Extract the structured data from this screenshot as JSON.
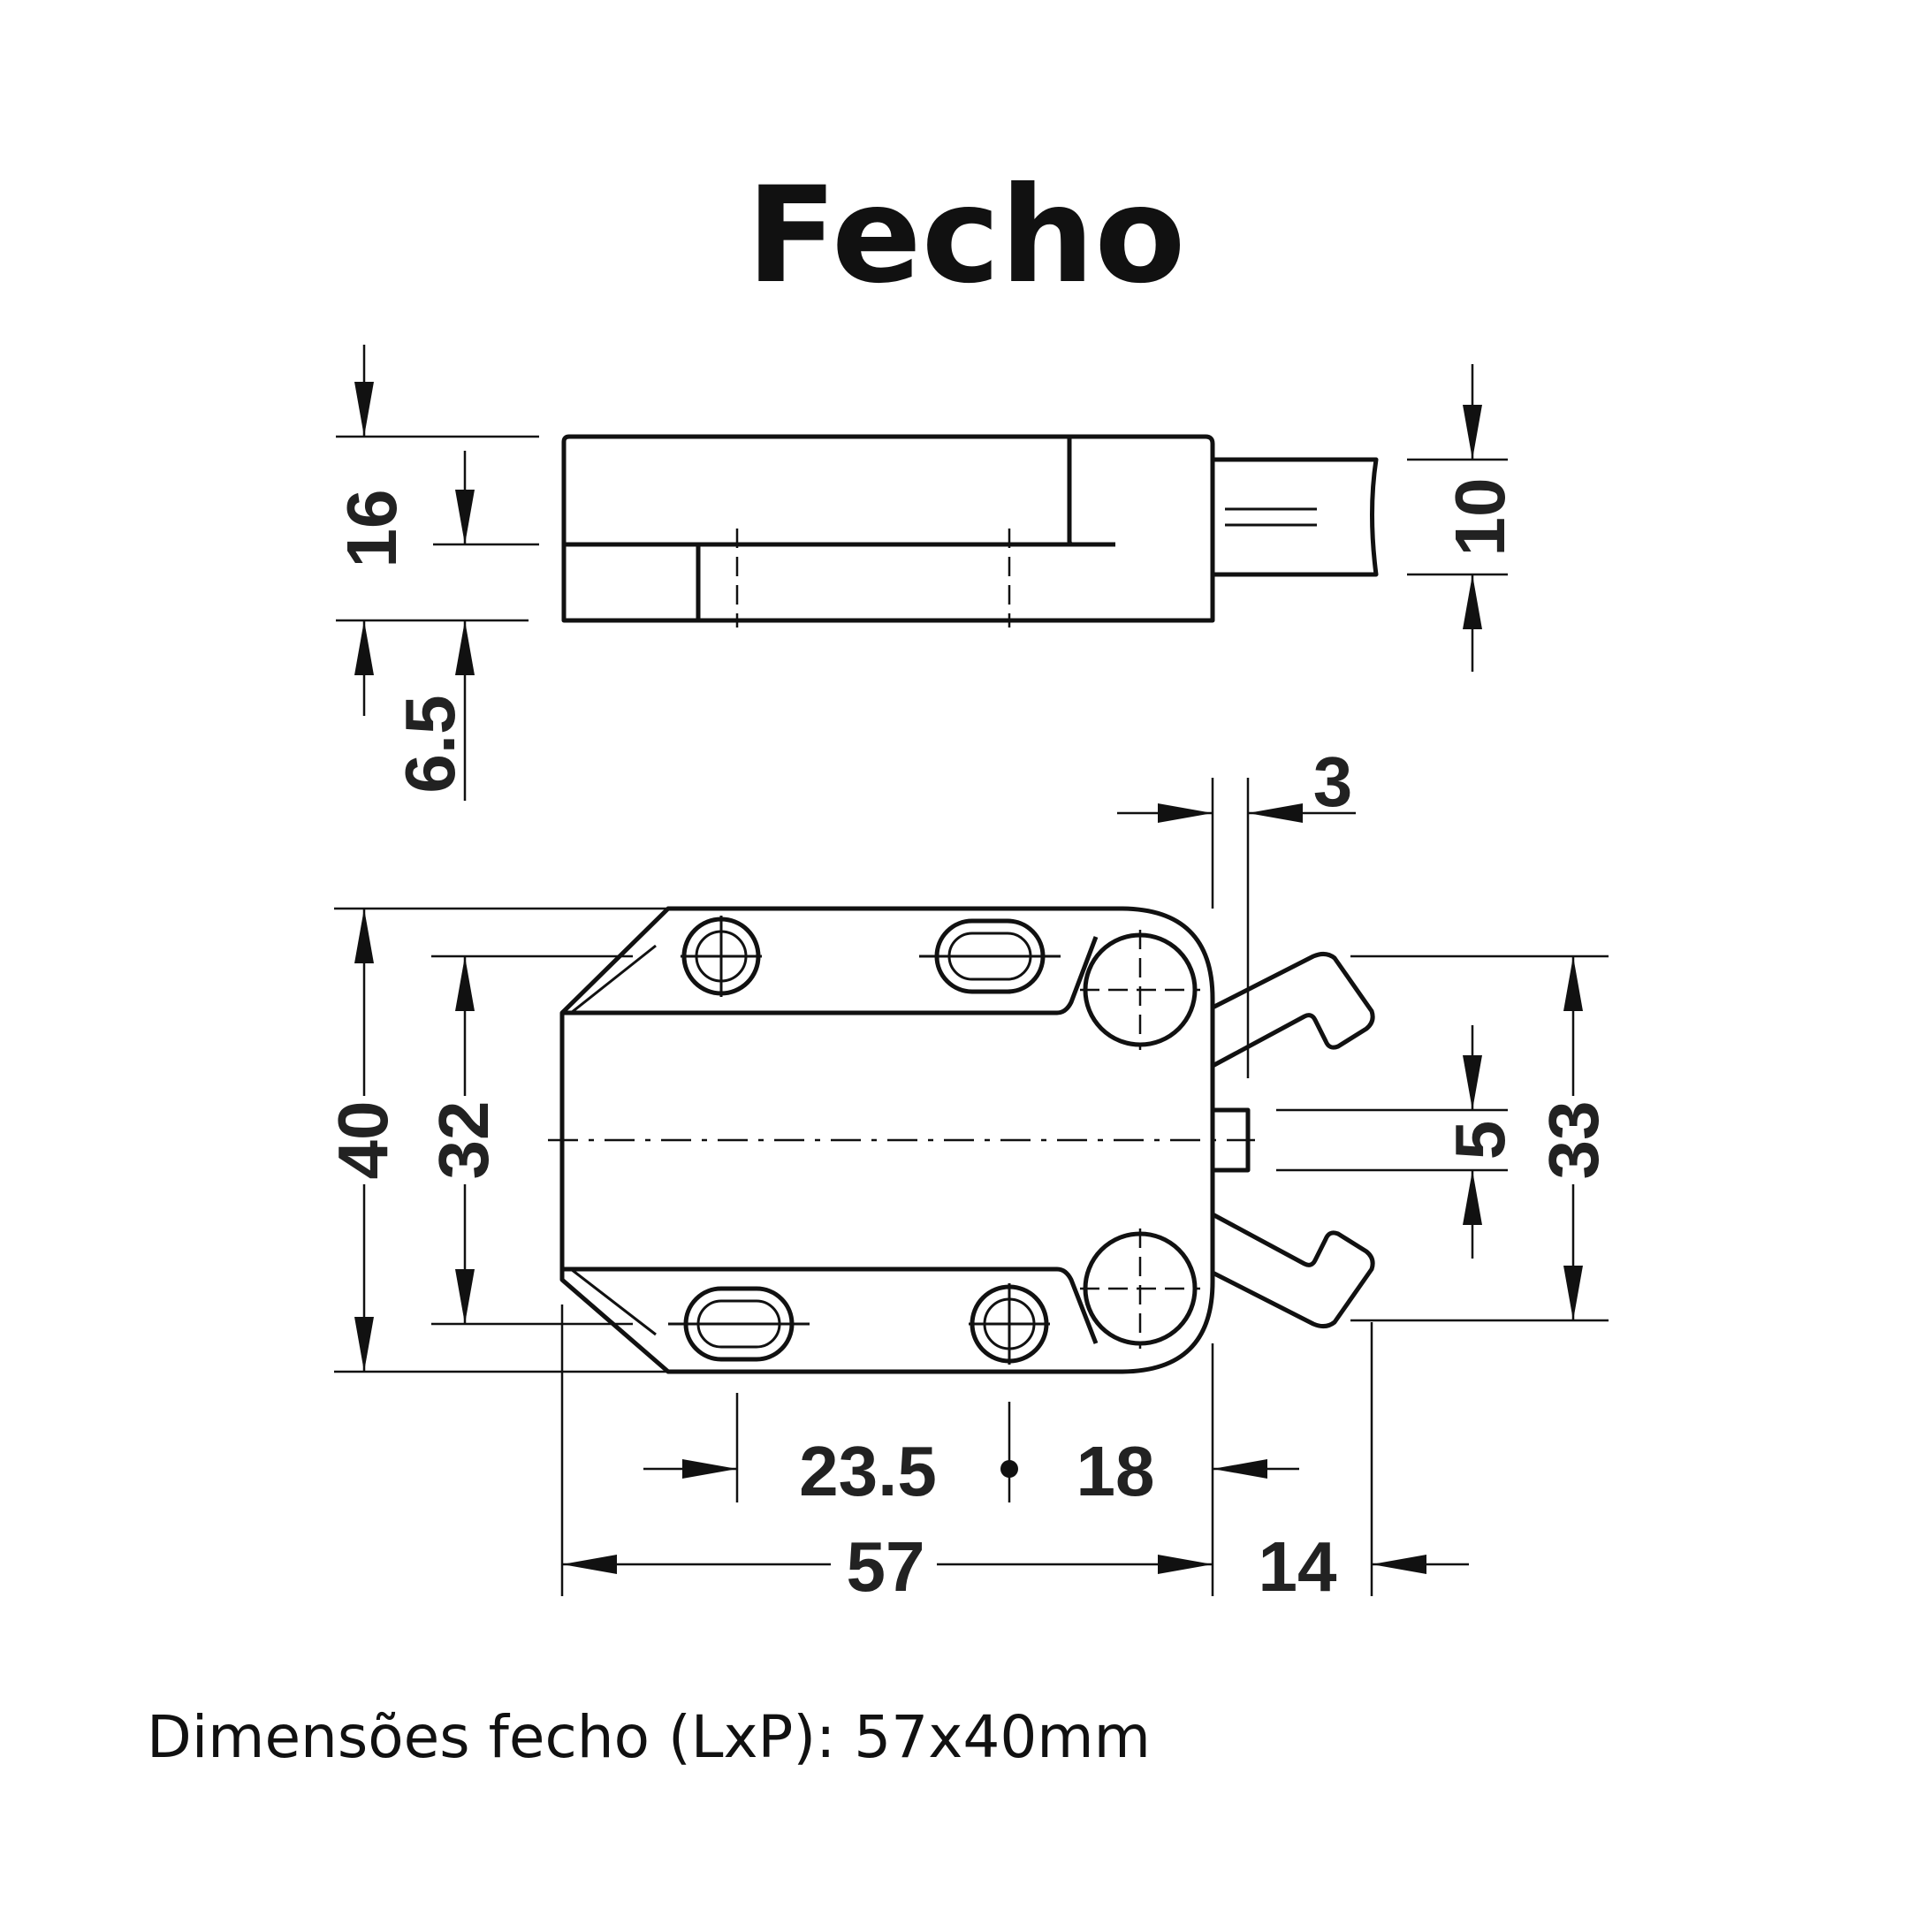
{
  "title": "Fecho",
  "caption": "Dimensões fecho (LxP): 57x40mm",
  "dimensions": {
    "side_height": "16",
    "side_offset": "6.5",
    "side_arm": "10",
    "gap": "3",
    "overall_height": "40",
    "hole_spacing_vertical": "32",
    "pin": "5",
    "arm_span": "33",
    "hole_offset": "23.5",
    "hole_spacing_horizontal": "18",
    "overall_length": "57",
    "arm_projection": "14"
  }
}
